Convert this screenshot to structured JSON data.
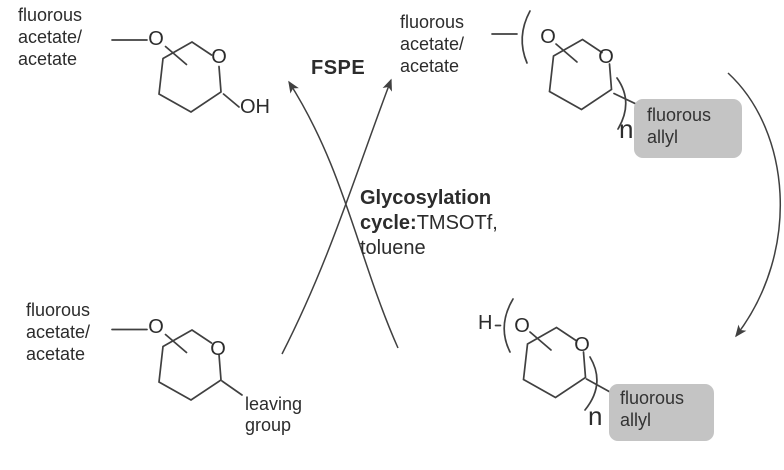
{
  "colors": {
    "background": "#ffffff",
    "line": "#404040",
    "text": "#2c2c2c",
    "tag_box_fill": "#c4c4c4",
    "tag_text": "#333333"
  },
  "center": {
    "fspe_label": "FSPE",
    "cycle_line1_bold": "Glycosylation",
    "cycle_line2_bold": "cycle:",
    "cycle_line2_rest": "TMSOTf,",
    "cycle_line3": "toluene"
  },
  "notation": {
    "oxygen": "O",
    "open_paren": "(",
    "close_paren": ")"
  },
  "structures": {
    "top_left": {
      "label_line1": "fluorous",
      "label_line2": "acetate/",
      "label_line3": "acetate",
      "terminal_group": "OH"
    },
    "top_right": {
      "label_line1": "fluorous",
      "label_line2": "acetate/",
      "label_line3": "acetate",
      "subscript": "n",
      "tag_line1": "fluorous",
      "tag_line2": "allyl"
    },
    "bottom_left": {
      "label_line1": "fluorous",
      "label_line2": "acetate/",
      "label_line3": "acetate",
      "group_line1": "leaving",
      "group_line2": "group"
    },
    "bottom_right": {
      "prefix": "H",
      "subscript": "n",
      "tag_line1": "fluorous",
      "tag_line2": "allyl"
    }
  }
}
